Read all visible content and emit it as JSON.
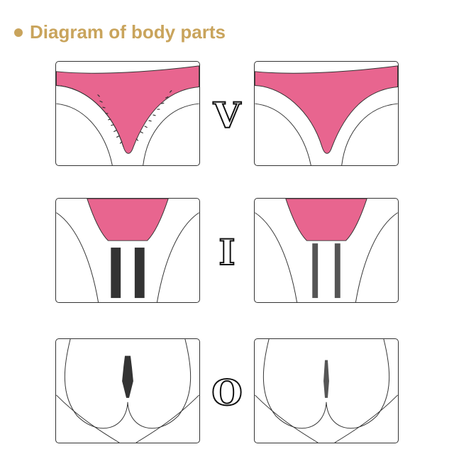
{
  "title": "Diagram of body parts",
  "rows": [
    {
      "letter": "V"
    },
    {
      "letter": "I"
    },
    {
      "letter": "O"
    }
  ],
  "colors": {
    "title": "#c9a45c",
    "garment": "#e8658f",
    "hair": "#333333",
    "outline": "#333333"
  }
}
